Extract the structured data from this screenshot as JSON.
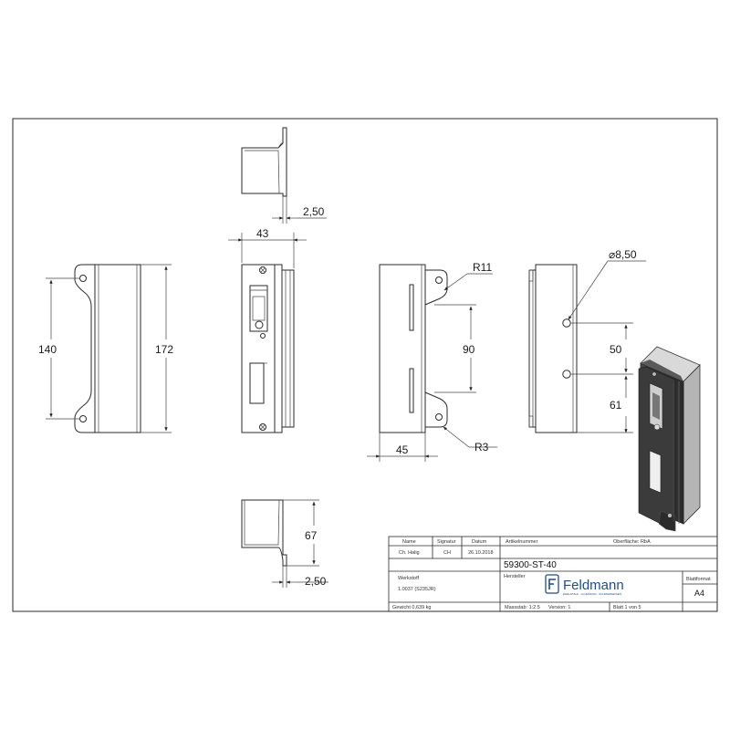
{
  "dimensions": {
    "top_thickness": "2,50",
    "side_width": "43",
    "front_inner_height": "140",
    "front_height": "172",
    "radius_big": "R11",
    "hole_spacing": "90",
    "right_width": "45",
    "radius_small": "R3",
    "hole_diameter": "⌀8,50",
    "hole_offset_top": "50",
    "hole_offset_bottom": "61",
    "bottom_depth": "67",
    "bottom_thickness": "2,50"
  },
  "title_block": {
    "col_name": "Name",
    "col_signature": "Signatur",
    "col_date": "Datum",
    "name_value": "Ch. Halig",
    "signature_value": "CH",
    "date_value": "26.10.2018",
    "article_label": "Artikelnummer",
    "surface_label": "Oberfläche:  RbA",
    "article_number": "59300-ST-40",
    "manufacturer_label": "Hersteller",
    "material_label": "Werkstoff",
    "material_value": "1.0037 (S235JR)",
    "weight": "Gewicht 0,639 kg",
    "scale": "Massstab: 1:2.5",
    "version": "Version: 1",
    "sheet": "Blatt 1 von 5",
    "sheet_format_label": "Blattformat",
    "sheet_format": "A4",
    "logo_name": "Feldmann",
    "logo_tagline": "EDELSTAHL · ALUMINIUM · SCHMIEDEEISEN"
  }
}
